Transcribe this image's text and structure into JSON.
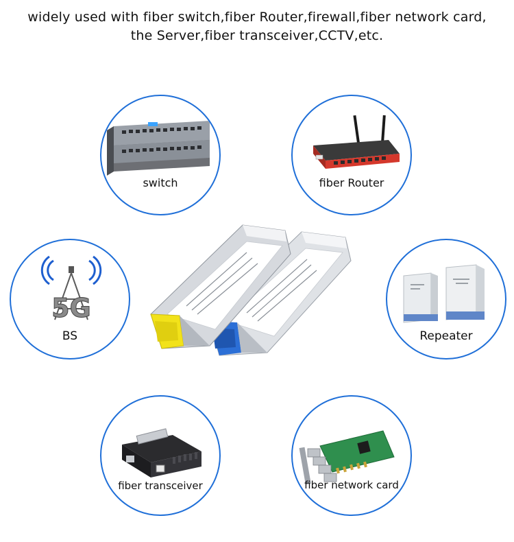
{
  "headline": {
    "line1": "widely used with fiber switch,fiber Router,firewall,fiber network card,",
    "line2": "the Server,fiber transceiver,CCTV,etc."
  },
  "applications": {
    "switch": "switch",
    "router": "fiber Router",
    "bs": "BS",
    "repeater": "Repeater",
    "transceiver": "fiber transceiver",
    "network_card": "fiber network card"
  },
  "colors": {
    "circle_border": "#1f6fd8",
    "sfp_yellow": "#f2e21a",
    "sfp_blue": "#2c6fd6",
    "router_red": "#d4382c"
  }
}
